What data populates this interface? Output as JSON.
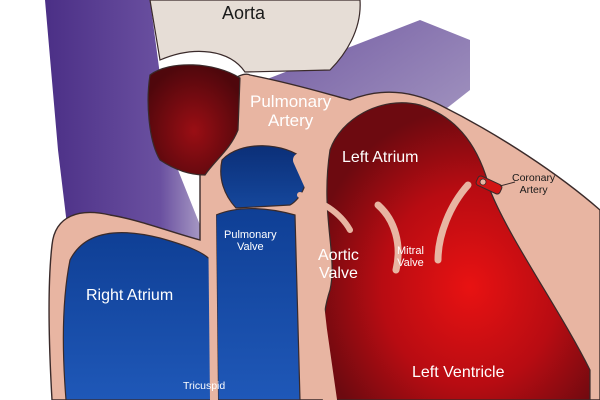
{
  "diagram": {
    "labels": {
      "aorta": "Aorta",
      "pulmonary_artery": [
        "Pulmonary",
        "Artery"
      ],
      "left_atrium": "Left Atrium",
      "coronary_artery": [
        "Coronary",
        "Artery"
      ],
      "pulmonary_valve": [
        "Pulmonary",
        "Valve"
      ],
      "aortic_valve": [
        "Aortic",
        "Valve"
      ],
      "mitral_valve": [
        "Mitral",
        "Valve"
      ],
      "right_atrium": "Right Atrium",
      "tricuspid": "Tricuspid",
      "left_ventricle": "Left Ventricle"
    },
    "colors": {
      "tissue": "#e8b5a2",
      "aorta_wall": "#e6ddd6",
      "oxygenated_blood": "#d01010",
      "deoxygenated_blood": "#1a4ea8",
      "vessel_purple": "#5a3f8f",
      "outline": "#3a2a2a"
    }
  }
}
